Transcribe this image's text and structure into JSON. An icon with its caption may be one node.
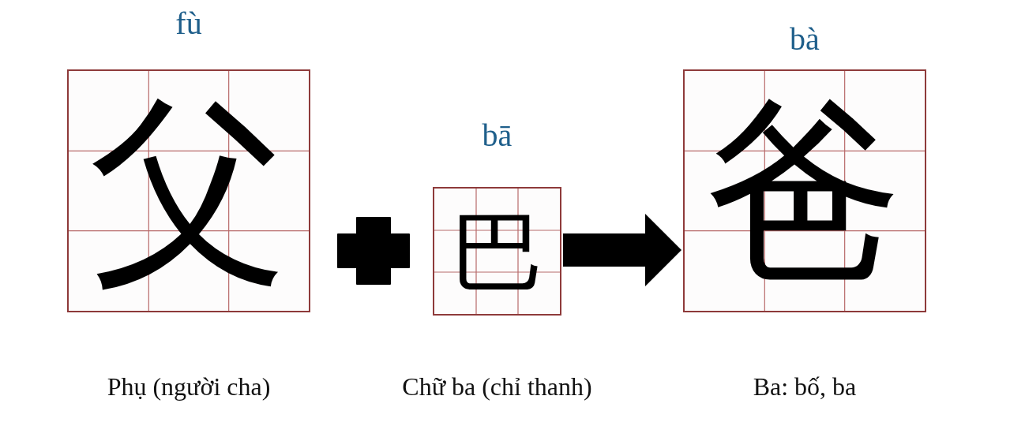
{
  "diagram": {
    "nodes": [
      {
        "text": [
          "fù",
          "父"
        ],
        "beside": [
          "Phụ (người cha)"
        ]
      },
      {
        "text": [
          "bā",
          "巴"
        ],
        "beside": [
          "Chữ ba (chỉ thanh)"
        ]
      },
      {
        "text": [
          "bà",
          "爸"
        ],
        "beside": [
          "Ba: bố, ba"
        ]
      }
    ],
    "edges": [
      {
        "from": 1,
        "to": 2,
        "arrow": "to"
      }
    ]
  }
}
